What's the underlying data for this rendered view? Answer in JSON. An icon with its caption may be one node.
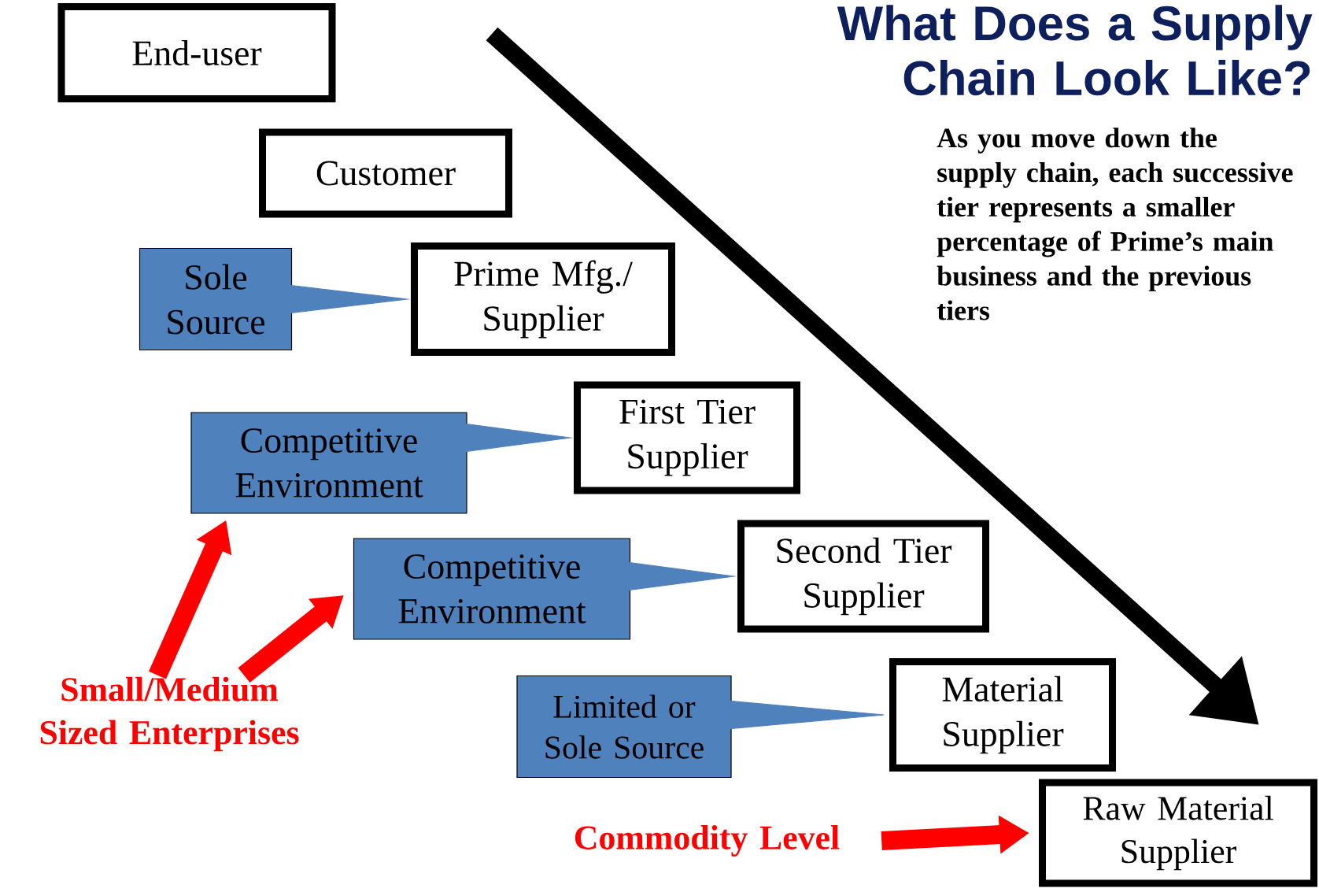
{
  "diagram": {
    "title": "What Does a Supply Chain Look Like?",
    "nodes": [
      {
        "text": [
          "End-user"
        ]
      },
      {
        "text": [
          "Customer"
        ]
      },
      {
        "text": [
          "Sole Source"
        ]
      },
      {
        "text": [
          "Prime Mfg./ Supplier"
        ]
      },
      {
        "text": [
          "Competitive Environment"
        ]
      },
      {
        "text": [
          "First Tier Supplier"
        ]
      },
      {
        "text": [
          "Competitive Environment"
        ]
      },
      {
        "text": [
          "Second Tier Supplier"
        ]
      },
      {
        "text": [
          "Limited or Sole Source"
        ]
      },
      {
        "text": [
          "Material Supplier"
        ]
      },
      {
        "text": [
          "Small/Medium Sized Enterprises"
        ]
      },
      {
        "text": [
          "Commodity Level"
        ]
      },
      {
        "text": [
          "Raw Material Supplier"
        ]
      }
    ],
    "edges": [
      {
        "from": 2,
        "to": 3,
        "arrow": "to",
        "color": "#4f81bd"
      },
      {
        "from": 4,
        "to": 5,
        "arrow": "to",
        "color": "#4f81bd"
      },
      {
        "from": 6,
        "to": 7,
        "arrow": "to",
        "color": "#4f81bd"
      },
      {
        "from": 8,
        "to": 9,
        "arrow": "to",
        "color": "#4f81bd"
      },
      {
        "from": 10,
        "to": 4,
        "arrow": "to",
        "color": "#ff0000"
      },
      {
        "from": 10,
        "to": 6,
        "arrow": "to",
        "color": "#ff0000"
      },
      {
        "from": 11,
        "to": 12,
        "arrow": "to",
        "color": "#ff0000"
      }
    ],
    "labels": [
      "As you move down the supply chain, each successive tier represents a smaller percentage of Prime’s main business and the previous tiers"
    ]
  }
}
